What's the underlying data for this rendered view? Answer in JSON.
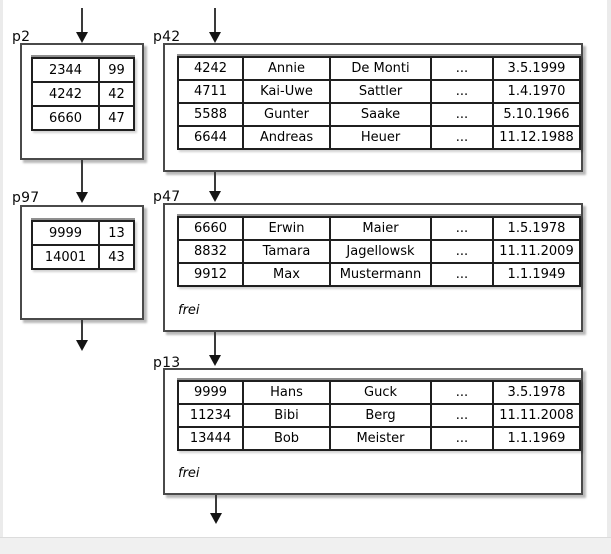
{
  "palette": {
    "canvas_bg": "#ffffff",
    "margin_bg": "#f0f0f0",
    "box_border": "#4a4a4a",
    "cell_border": "#1f1f1f",
    "arrow": "#3a3a3a",
    "text": "#000000"
  },
  "pages": [
    {
      "label": "p2",
      "rows": [
        [
          "2344",
          "99"
        ],
        [
          "4242",
          "42"
        ],
        [
          "6660",
          "47"
        ]
      ]
    },
    {
      "label": "p42",
      "rows": [
        [
          "4242",
          "Annie",
          "De Monti",
          "...",
          "3.5.1999"
        ],
        [
          "4711",
          "Kai-Uwe",
          "Sattler",
          "...",
          "1.4.1970"
        ],
        [
          "5588",
          "Gunter",
          "Saake",
          "...",
          "5.10.1966"
        ],
        [
          "6644",
          "Andreas",
          "Heuer",
          "...",
          "11.12.1988"
        ]
      ]
    },
    {
      "label": "p97",
      "rows": [
        [
          "9999",
          "13"
        ],
        [
          "14001",
          "43"
        ]
      ]
    },
    {
      "label": "p47",
      "free_label": "frei",
      "rows": [
        [
          "6660",
          "Erwin",
          "Maier",
          "...",
          "1.5.1978"
        ],
        [
          "8832",
          "Tamara",
          "Jagellowsk",
          "...",
          "11.11.2009"
        ],
        [
          "9912",
          "Max",
          "Mustermann",
          "...",
          "1.1.1949"
        ]
      ]
    },
    {
      "label": "p13",
      "free_label": "frei",
      "rows": [
        [
          "9999",
          "Hans",
          "Guck",
          "...",
          "3.5.1978"
        ],
        [
          "11234",
          "Bibi",
          "Berg",
          "...",
          "11.11.2008"
        ],
        [
          "13444",
          "Bob",
          "Meister",
          "...",
          "1.1.1969"
        ]
      ]
    }
  ],
  "arrows": [
    {
      "from": "above",
      "to": "p2"
    },
    {
      "from": "above",
      "to": "p42"
    },
    {
      "from": "p2",
      "to": "p97"
    },
    {
      "from": "p42",
      "to": "p47"
    },
    {
      "from": "p97",
      "to": "below"
    },
    {
      "from": "p47",
      "to": "p13"
    },
    {
      "from": "p13",
      "to": "below"
    }
  ]
}
